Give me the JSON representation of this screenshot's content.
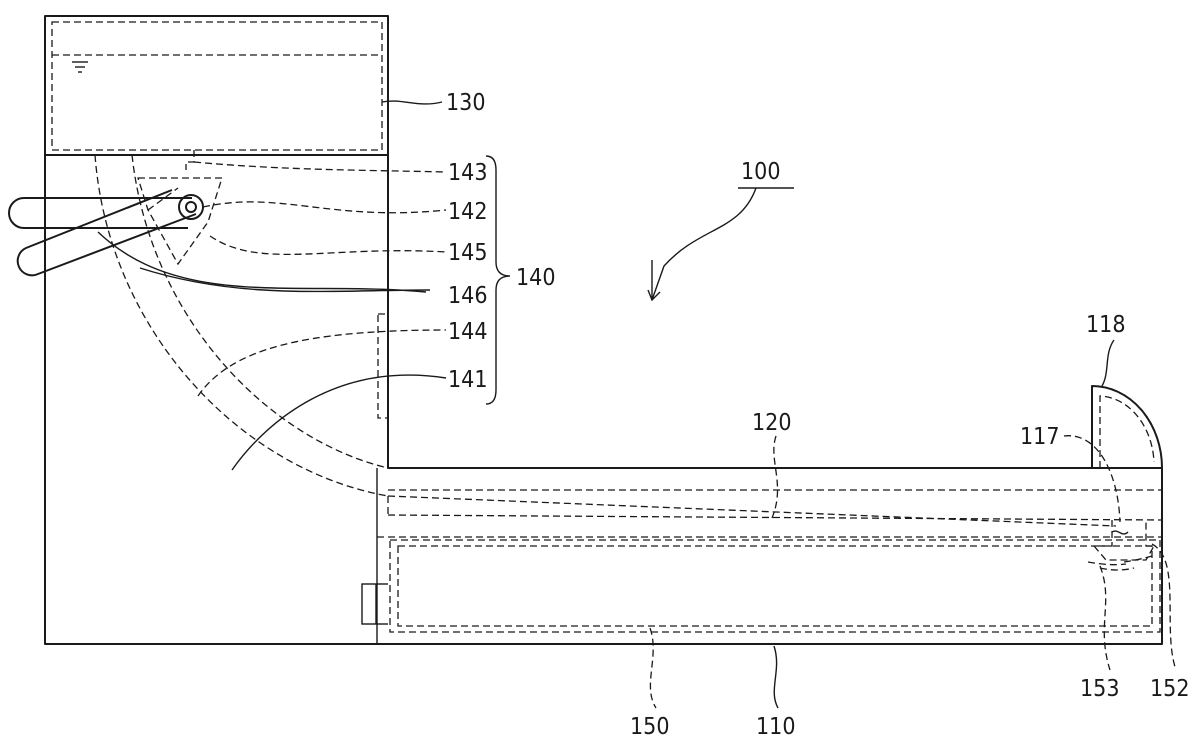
{
  "labels": {
    "l100": "100",
    "l110": "110",
    "l117": "117",
    "l118": "118",
    "l120": "120",
    "l130": "130",
    "l140": "140",
    "l141": "141",
    "l142": "142",
    "l143": "143",
    "l144": "144",
    "l145": "145",
    "l146": "146",
    "l150": "150",
    "l152": "152",
    "l153": "153"
  }
}
